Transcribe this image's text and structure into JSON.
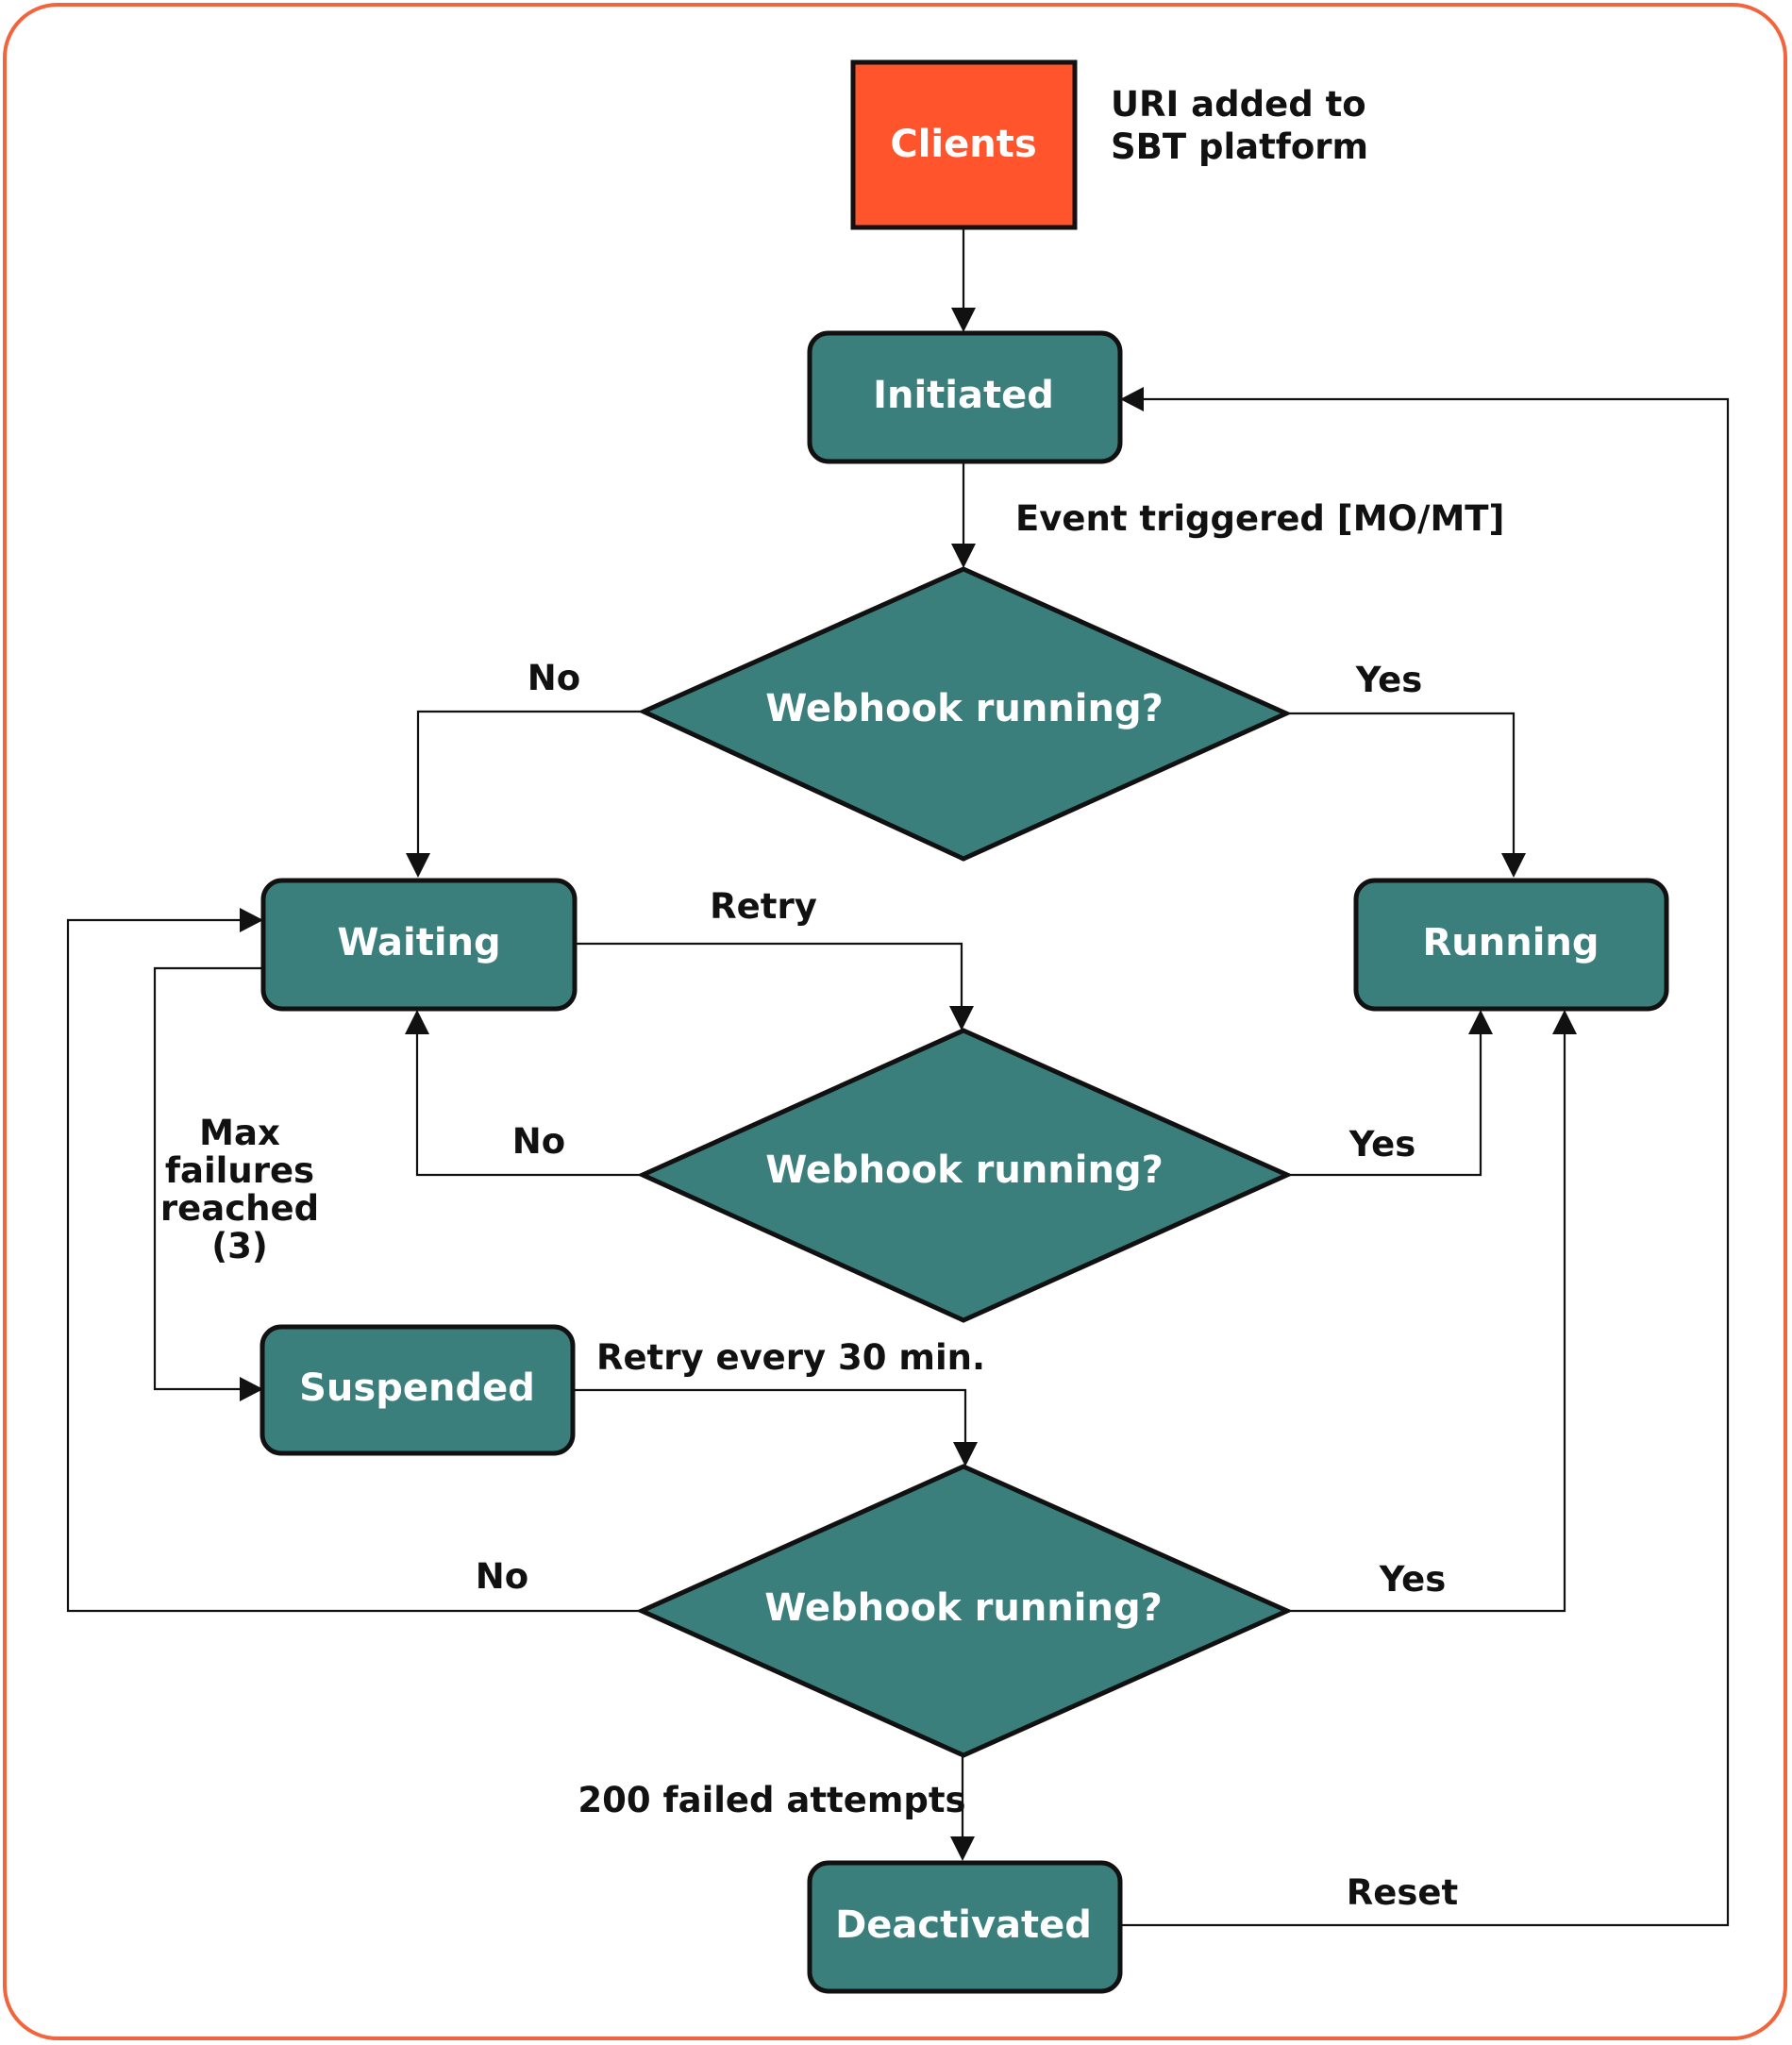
{
  "colors": {
    "frame": "#f2643c",
    "node_fill": "#3a7f7c",
    "clients_fill": "#ff542c",
    "stroke": "#111111",
    "node_text": "#ffffff"
  },
  "nodes": {
    "clients": "Clients",
    "initiated": "Initiated",
    "decision_1": "Webhook running?",
    "waiting": "Waiting",
    "running": "Running",
    "decision_2": "Webhook running?",
    "suspended": "Suspended",
    "decision_3": "Webhook running?",
    "deactivated": "Deactivated"
  },
  "labels": {
    "uri_added": [
      "URI added to",
      "SBT platform"
    ],
    "event_triggered": "Event triggered [MO/MT]",
    "d1_no": "No",
    "d1_yes": "Yes",
    "retry": "Retry",
    "d2_no": "No",
    "d2_yes": "Yes",
    "max_failures": [
      "Max",
      "failures",
      "reached",
      "(3)"
    ],
    "retry_30": "Retry every 30 min.",
    "d3_no": "No",
    "d3_yes": "Yes",
    "failed_attempts": "200 failed attempts",
    "reset": "Reset"
  }
}
